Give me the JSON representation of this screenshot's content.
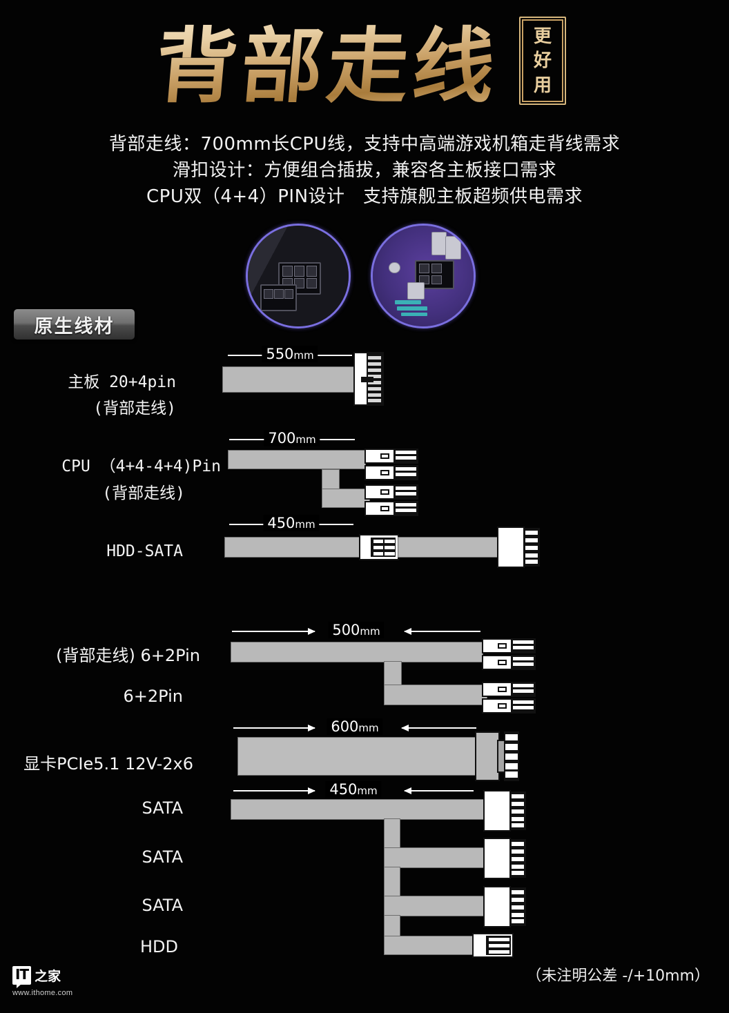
{
  "header": {
    "title": "背部走线",
    "seal_chars": [
      "更",
      "好",
      "用"
    ],
    "seal_text": "更好用"
  },
  "description": {
    "line1": "背部走线：700mm长CPU线，支持中高端游戏机箱走背线需求",
    "line2": "滑扣设计：方便组合插拔，兼容各主板接口需求",
    "line3": "CPU双（4+4）PIN设计　支持旗舰主板超频供电需求"
  },
  "photos": [
    {
      "name": "cpu-connector-left",
      "caption": ""
    },
    {
      "name": "cpu-connector-right",
      "caption": ""
    }
  ],
  "badge": {
    "label": "原生线材"
  },
  "cables": [
    {
      "id": "mb-24pin",
      "label_line1": "主板 20+4pin",
      "label_line2": "(背部走线)",
      "length": "550",
      "unit": "mm",
      "connector": "atx-24pin"
    },
    {
      "id": "cpu-8pin-dual",
      "label_line1": "CPU （4+4-4+4)Pin",
      "label_line2": "(背部走线)",
      "length": "700",
      "unit": "mm",
      "connector": "cpu-4plus4"
    },
    {
      "id": "hdd-sata",
      "label_line1": "HDD-SATA",
      "label_line2": "",
      "length": "450",
      "unit": "mm",
      "connector": "sata"
    },
    {
      "id": "pcie-6plus2",
      "label_line1": "(背部走线) 6+2Pin",
      "label_line2": "6+2Pin",
      "length": "500",
      "unit": "mm",
      "connector": "pcie-6plus2"
    },
    {
      "id": "pcie51-12v2x6",
      "label_line1": "显卡PCIe5.1  12V-2x6",
      "label_line2": "",
      "length": "600",
      "unit": "mm",
      "connector": "12v-2x6"
    },
    {
      "id": "sata-chain",
      "label_line1": "SATA",
      "label_line2": "SATA",
      "label_line3": "SATA",
      "label_line4": "HDD",
      "length": "450",
      "unit": "mm",
      "connector": "sata-chain"
    }
  ],
  "footer": {
    "tolerance": "（未注明公差 -/+10mm）",
    "watermark_it": "IT",
    "watermark_zh": "之家",
    "watermark_url": "www.ithome.com"
  },
  "colors": {
    "background": "#030303",
    "cable": "#b9b9b9",
    "title_gold": "#d8b87e",
    "photo_ring": "#7a6fe0",
    "text": "#f4f4f4"
  }
}
